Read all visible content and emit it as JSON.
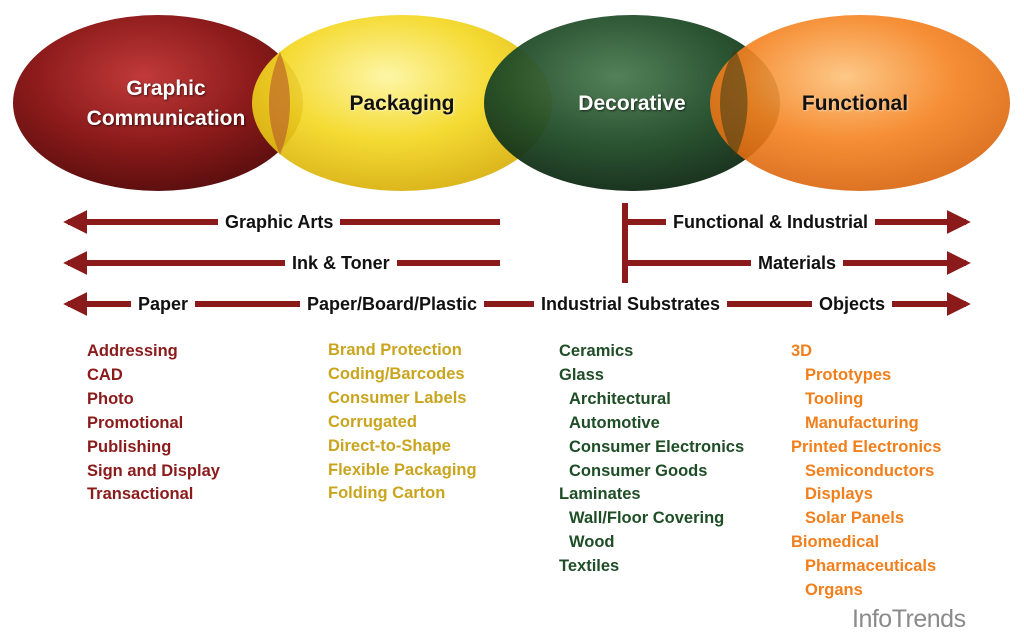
{
  "ellipses": [
    {
      "label_line1": "Graphic",
      "label_line2": "Communication",
      "color": "#8b1a1a"
    },
    {
      "label": "Packaging",
      "color": "#f2d21b"
    },
    {
      "label": "Decorative",
      "color": "#1f4a26"
    },
    {
      "label": "Functional",
      "color": "#f58220"
    }
  ],
  "rows": [
    {
      "left": "Graphic Arts",
      "right": "Functional & Industrial"
    },
    {
      "left": "Ink & Toner",
      "right": "Materials"
    },
    {
      "items": [
        "Paper",
        "Paper/Board/Plastic",
        "Industrial Substrates",
        "Objects"
      ]
    }
  ],
  "columns": {
    "graphic": [
      "Addressing",
      "CAD",
      "Photo",
      "Promotional",
      "Publishing",
      "Sign and Display",
      "Transactional"
    ],
    "packaging": [
      "Brand Protection",
      "Coding/Barcodes",
      "Consumer Labels",
      "Corrugated",
      "Direct-to-Shape",
      "Flexible Packaging",
      "Folding Carton"
    ],
    "decorative": [
      "Ceramics",
      "Glass",
      "Architectural",
      "Automotive",
      "Consumer Electronics",
      "Consumer Goods",
      "Laminates",
      "Wall/Floor Covering",
      "Wood",
      "Textiles"
    ],
    "functional": [
      "3D",
      "Prototypes",
      "Tooling",
      "Manufacturing",
      "Printed Electronics",
      "Semiconductors",
      "Displays",
      "Solar Panels",
      "Biomedical",
      "Pharmaceuticals",
      "Organs"
    ]
  },
  "logo": {
    "part1": "Info",
    "part2": "Trends"
  },
  "colors": {
    "arrow": "#8b1a1a"
  }
}
